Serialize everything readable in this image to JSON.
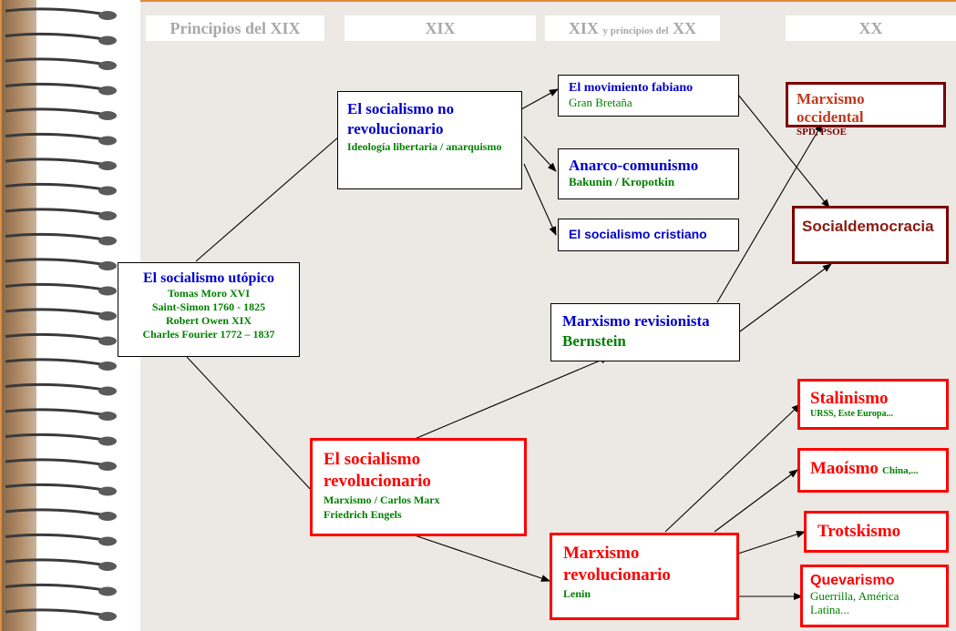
{
  "headers": {
    "col1": "Principios del XIX",
    "col2": "XIX",
    "col3_a": "XIX",
    "col3_b": "y principios del",
    "col3_c": "XX",
    "col4": "XX"
  },
  "nodes": {
    "utopico": {
      "title": "El socialismo utópico",
      "lines": [
        "Tomas Moro XVI",
        "Saint-Simon 1760 - 1825",
        "Robert Owen XIX",
        "Charles Fourier 1772 – 1837"
      ]
    },
    "no_revolucionario": {
      "title": "El socialismo no revolucionario",
      "sub": "Ideología libertaria / anarquismo"
    },
    "revolucionario": {
      "title": "El socialismo revolucionario",
      "sub1": "Marxismo / Carlos Marx",
      "sub2": "Friedrich Engels"
    },
    "fabiano": {
      "title": "El movimiento fabiano",
      "sub": "Gran Bretaña"
    },
    "anarco": {
      "title": "Anarco-comunismo",
      "sub": "Bakunin / Kropotkin"
    },
    "cristiano": {
      "title": "El socialismo cristiano"
    },
    "revisionista": {
      "title": "Marxismo revisionista",
      "sub": "Bernstein"
    },
    "marx_revolucionario": {
      "title": "Marxismo revolucionario",
      "sub": "Lenin"
    },
    "occidental": {
      "title": "Marxismo occidental",
      "sub": "SPD, PSOE"
    },
    "socialdemocracia": {
      "title": "Socialdemocracia"
    },
    "stalinismo": {
      "title": "Stalinismo",
      "sub": "URSS, Este Europa..."
    },
    "maoismo": {
      "title": "Maoísmo",
      "sub": "China,..."
    },
    "trotskismo": {
      "title": "Trotskismo"
    },
    "quevarismo": {
      "title": "Quevarismo",
      "sub": "Guerrilla, América Latina..."
    }
  },
  "colors": {
    "blue": "#0000cc",
    "green": "#008000",
    "red": "#ff0000",
    "dark_red": "#7b0000"
  }
}
